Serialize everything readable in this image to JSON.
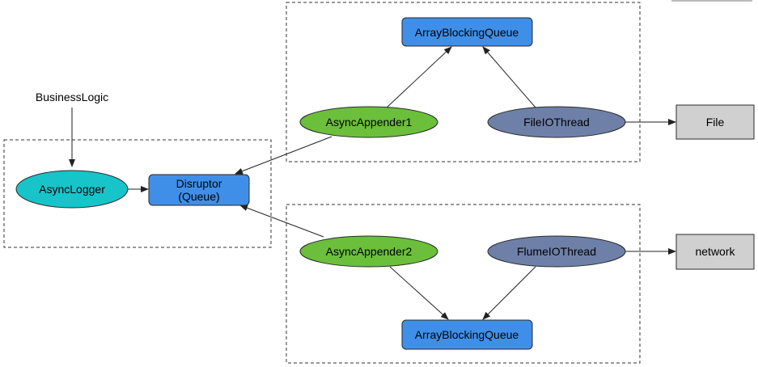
{
  "diagram": {
    "nodes": {
      "business_logic": {
        "label": "BusinessLogic"
      },
      "async_logger": {
        "label": "AsyncLogger",
        "fill": "#17c4c9"
      },
      "disruptor": {
        "line1": "Disruptor",
        "line2": "(Queue)",
        "fill": "#3f8fe8"
      },
      "queue_top": {
        "label": "ArrayBlockingQueue",
        "fill": "#3f8fe8"
      },
      "queue_bottom": {
        "label": "ArrayBlockingQueue",
        "fill": "#3f8fe8"
      },
      "async_appender_1": {
        "label": "AsyncAppender1",
        "fill": "#6bbf3b"
      },
      "async_appender_2": {
        "label": "AsyncAppender2",
        "fill": "#6bbf3b"
      },
      "file_io_thread": {
        "label": "FileIOThread",
        "fill": "#6e80a8"
      },
      "flume_io_thread": {
        "label": "FlumeIOThread",
        "fill": "#6e80a8"
      },
      "file": {
        "label": "File",
        "fill": "#d0d0d0"
      },
      "network": {
        "label": "network",
        "fill": "#d0d0d0"
      }
    },
    "edges": [
      {
        "from": "BusinessLogic",
        "to": "AsyncLogger"
      },
      {
        "from": "AsyncLogger",
        "to": "Disruptor"
      },
      {
        "from": "AsyncAppender1",
        "to": "Disruptor"
      },
      {
        "from": "AsyncAppender2",
        "to": "Disruptor"
      },
      {
        "from": "AsyncAppender1",
        "to": "ArrayBlockingQueue"
      },
      {
        "from": "FileIOThread",
        "to": "ArrayBlockingQueue"
      },
      {
        "from": "FileIOThread",
        "to": "File"
      },
      {
        "from": "AsyncAppender2",
        "to": "ArrayBlockingQueue"
      },
      {
        "from": "FlumeIOThread",
        "to": "ArrayBlockingQueue"
      },
      {
        "from": "FlumeIOThread",
        "to": "network"
      }
    ],
    "colors": {
      "line": "#222222",
      "node_stroke": "#2a2a2a"
    }
  }
}
